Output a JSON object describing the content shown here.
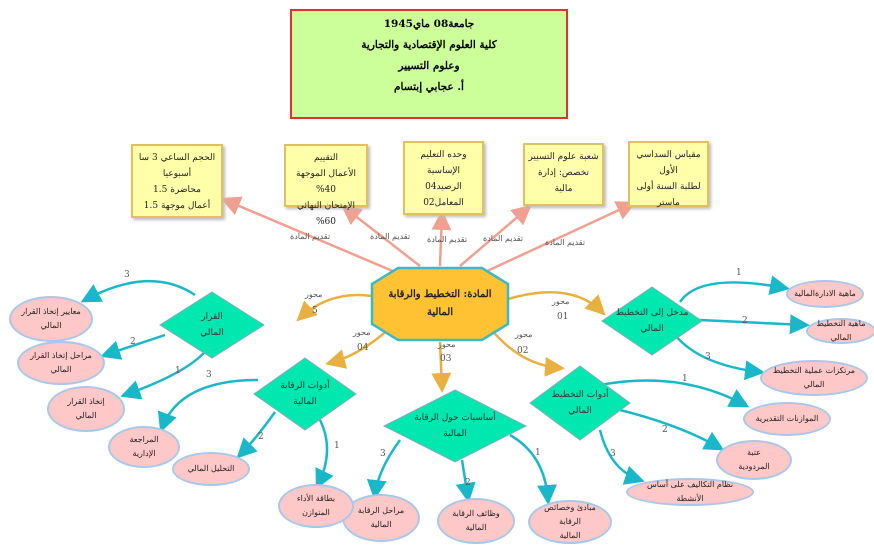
{
  "header": {
    "line1": "جامعة08 ماي1945",
    "line2": "كلية العلوم الإقتصادية والتجارية",
    "line3": "وعلوم التسيير",
    "line4": "أ. عجابي إبتسام"
  },
  "info_boxes": [
    {
      "lines": [
        "مقياس السداسي",
        "الأول",
        "لطلبة السنة أولى ماستر"
      ]
    },
    {
      "lines": [
        "شعبة علوم التسيير",
        "تخصص: إدارة",
        "مالية"
      ]
    },
    {
      "lines": [
        "وحده التعليم",
        "الإساسية",
        "الرصيد04",
        "المعامل02"
      ]
    },
    {
      "lines": [
        "التقييم",
        "الأعمال الموجهة 40%",
        "الإمتحان النهائي 60%"
      ]
    },
    {
      "lines": [
        "الحجم الساعي 3 سا",
        "أسبوعيا",
        "محاضرة 1.5",
        "أعمال موجهة 1.5"
      ]
    }
  ],
  "intro_label": "تقديم المادة",
  "center": {
    "line1": "المادة: التخطيط والرقابة",
    "line2": "المالية"
  },
  "axes": [
    {
      "word": "محور",
      "num": "01",
      "title": [
        "مدخل إلى التخطيط",
        "المالي"
      ],
      "children": [
        {
          "n": "1",
          "text": [
            "ماهية الادارةالمالية"
          ]
        },
        {
          "n": "2",
          "text": [
            "ماهية التخطيط المالي"
          ]
        },
        {
          "n": "3",
          "text": [
            "مرتكزات عملية التخطيط المالي"
          ]
        }
      ]
    },
    {
      "word": "محور",
      "num": "02",
      "title": [
        "أدوات التخطيط",
        "المالي"
      ],
      "children": [
        {
          "n": "1",
          "text": [
            "الموازنات التقديرية"
          ]
        },
        {
          "n": "2",
          "text": [
            "عتبة",
            "المردودية"
          ]
        },
        {
          "n": "3",
          "text": [
            "نظام التكاليف على أساس الأنشطة"
          ]
        }
      ]
    },
    {
      "word": "محور",
      "num": "03",
      "title": [
        "أساسيات حول الرقابة",
        "المالية"
      ],
      "children": [
        {
          "n": "1",
          "text": [
            "مبادئ وخصائص الرقابة",
            "المالية"
          ]
        },
        {
          "n": "2",
          "text": [
            "وظائف الرقابة",
            "المالية"
          ]
        },
        {
          "n": "3",
          "text": [
            "مراحل الرقابة",
            "المالية"
          ]
        }
      ]
    },
    {
      "word": "محور",
      "num": "04",
      "title": [
        "أدوات الرقابة",
        "المالية"
      ],
      "children": [
        {
          "n": "1",
          "text": [
            "بطاقة الأداء",
            "المتوازن"
          ]
        },
        {
          "n": "2",
          "text": [
            "التحليل المالي"
          ]
        },
        {
          "n": "3",
          "text": [
            "المراجعة",
            "الإدارية"
          ]
        }
      ]
    },
    {
      "word": "محور",
      "num": "5",
      "title": [
        "القرار",
        "المالي"
      ],
      "children": [
        {
          "n": "1",
          "text": [
            "إتخاذ القرار",
            "المالي"
          ]
        },
        {
          "n": "2",
          "text": [
            "مراحل إتخاذ القرار",
            "المالي"
          ]
        },
        {
          "n": "3",
          "text": [
            "معايير إتخاذ القرار",
            "المالي"
          ]
        }
      ]
    }
  ],
  "colors": {
    "header_bg": "#ccff99",
    "info_bg": "#ffffaa",
    "center_bg": "#ffc233",
    "diamond_bg": "#00e8b0",
    "pill_bg": "#ffc8c8",
    "teal_line": "#18b8c8",
    "orange_line": "#e8b040",
    "salmon_line": "#f0a090"
  }
}
